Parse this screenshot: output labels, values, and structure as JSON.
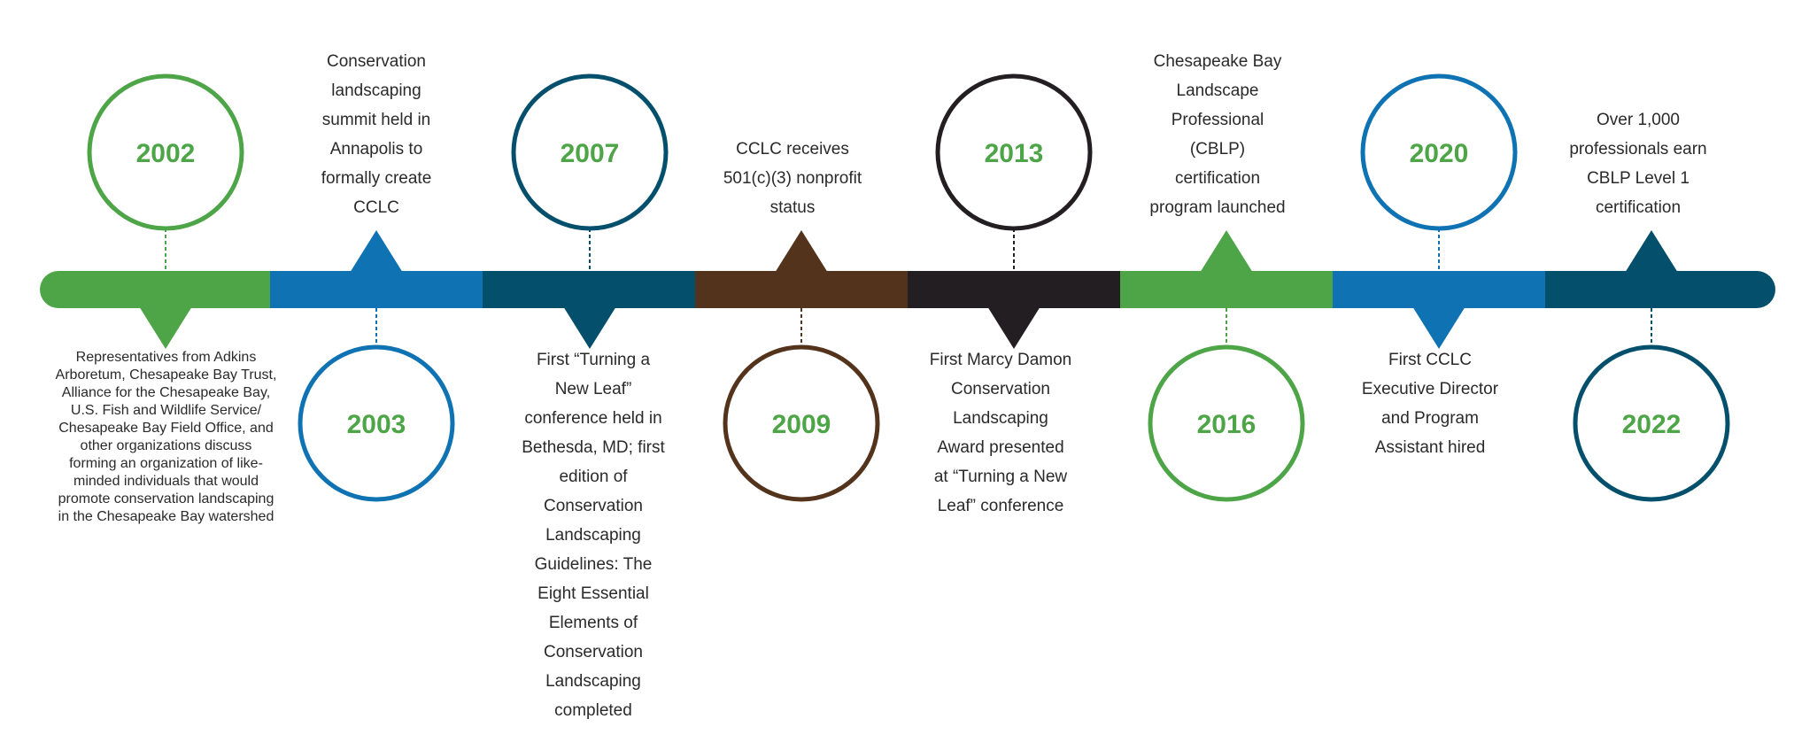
{
  "timeline": {
    "colors": {
      "green": "#4ea548",
      "blue": "#0e72b3",
      "teal": "#04506c",
      "brown": "#53331b",
      "black": "#231e21",
      "year_text": "#4ea548"
    },
    "segments": [
      "green",
      "blue",
      "teal",
      "brown",
      "black",
      "green",
      "blue",
      "teal"
    ],
    "events": [
      {
        "year": "2002",
        "color": "green",
        "side": "top",
        "text": "Representatives from Adkins\nArboretum, Chesapeake Bay Trust,\nAlliance for the Chesapeake Bay,\nU.S. Fish and Wildlife Service/\nChesapeake Bay Field Office, and\nother organizations discuss\nforming an organization of like-\nminded individuals that would\npromote conservation landscaping\nin the Chesapeake Bay watershed"
      },
      {
        "year": "2003",
        "color": "blue",
        "side": "bottom",
        "text": "Conservation\nlandscaping\nsummit held in\nAnnapolis to\nformally create\nCCLC"
      },
      {
        "year": "2007",
        "color": "teal",
        "side": "top",
        "text": "First “Turning a\nNew Leaf”\nconference held in\nBethesda, MD; first\nedition of\nConservation\nLandscaping\nGuidelines: The\nEight Essential\nElements of\nConservation\nLandscaping\ncompleted"
      },
      {
        "year": "2009",
        "color": "brown",
        "side": "bottom",
        "text": "CCLC receives\n501(c)(3) nonprofit\nstatus"
      },
      {
        "year": "2013",
        "color": "black",
        "side": "top",
        "text": "First Marcy Damon\nConservation\nLandscaping\nAward presented\nat “Turning a New\nLeaf” conference"
      },
      {
        "year": "2016",
        "color": "green",
        "side": "bottom",
        "text": "Chesapeake Bay\nLandscape\nProfessional\n(CBLP)\ncertification\nprogram launched"
      },
      {
        "year": "2020",
        "color": "blue",
        "side": "top",
        "text": "First CCLC\nExecutive Director\nand Program\nAssistant hired"
      },
      {
        "year": "2022",
        "color": "teal",
        "side": "bottom",
        "text": "Over 1,000\nprofessionals earn\nCBLP Level 1\ncertification"
      }
    ]
  }
}
